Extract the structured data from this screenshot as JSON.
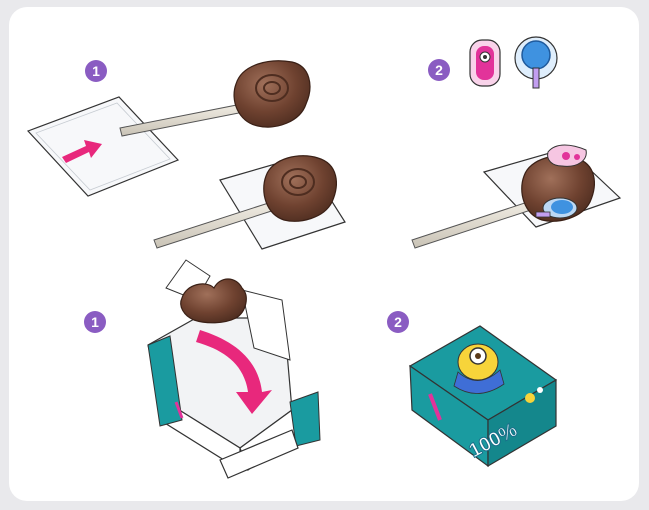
{
  "steps": {
    "lollipop_step1": "1",
    "lollipop_step2": "2",
    "box_step1": "1",
    "box_step2": "2"
  },
  "box_print": {
    "percent_text": "100%"
  },
  "colors": {
    "badge": "#8a5cc2",
    "arrow": "#e8287c",
    "chocolate": "#7a4a34",
    "box_teal": "#1a9ba0"
  }
}
